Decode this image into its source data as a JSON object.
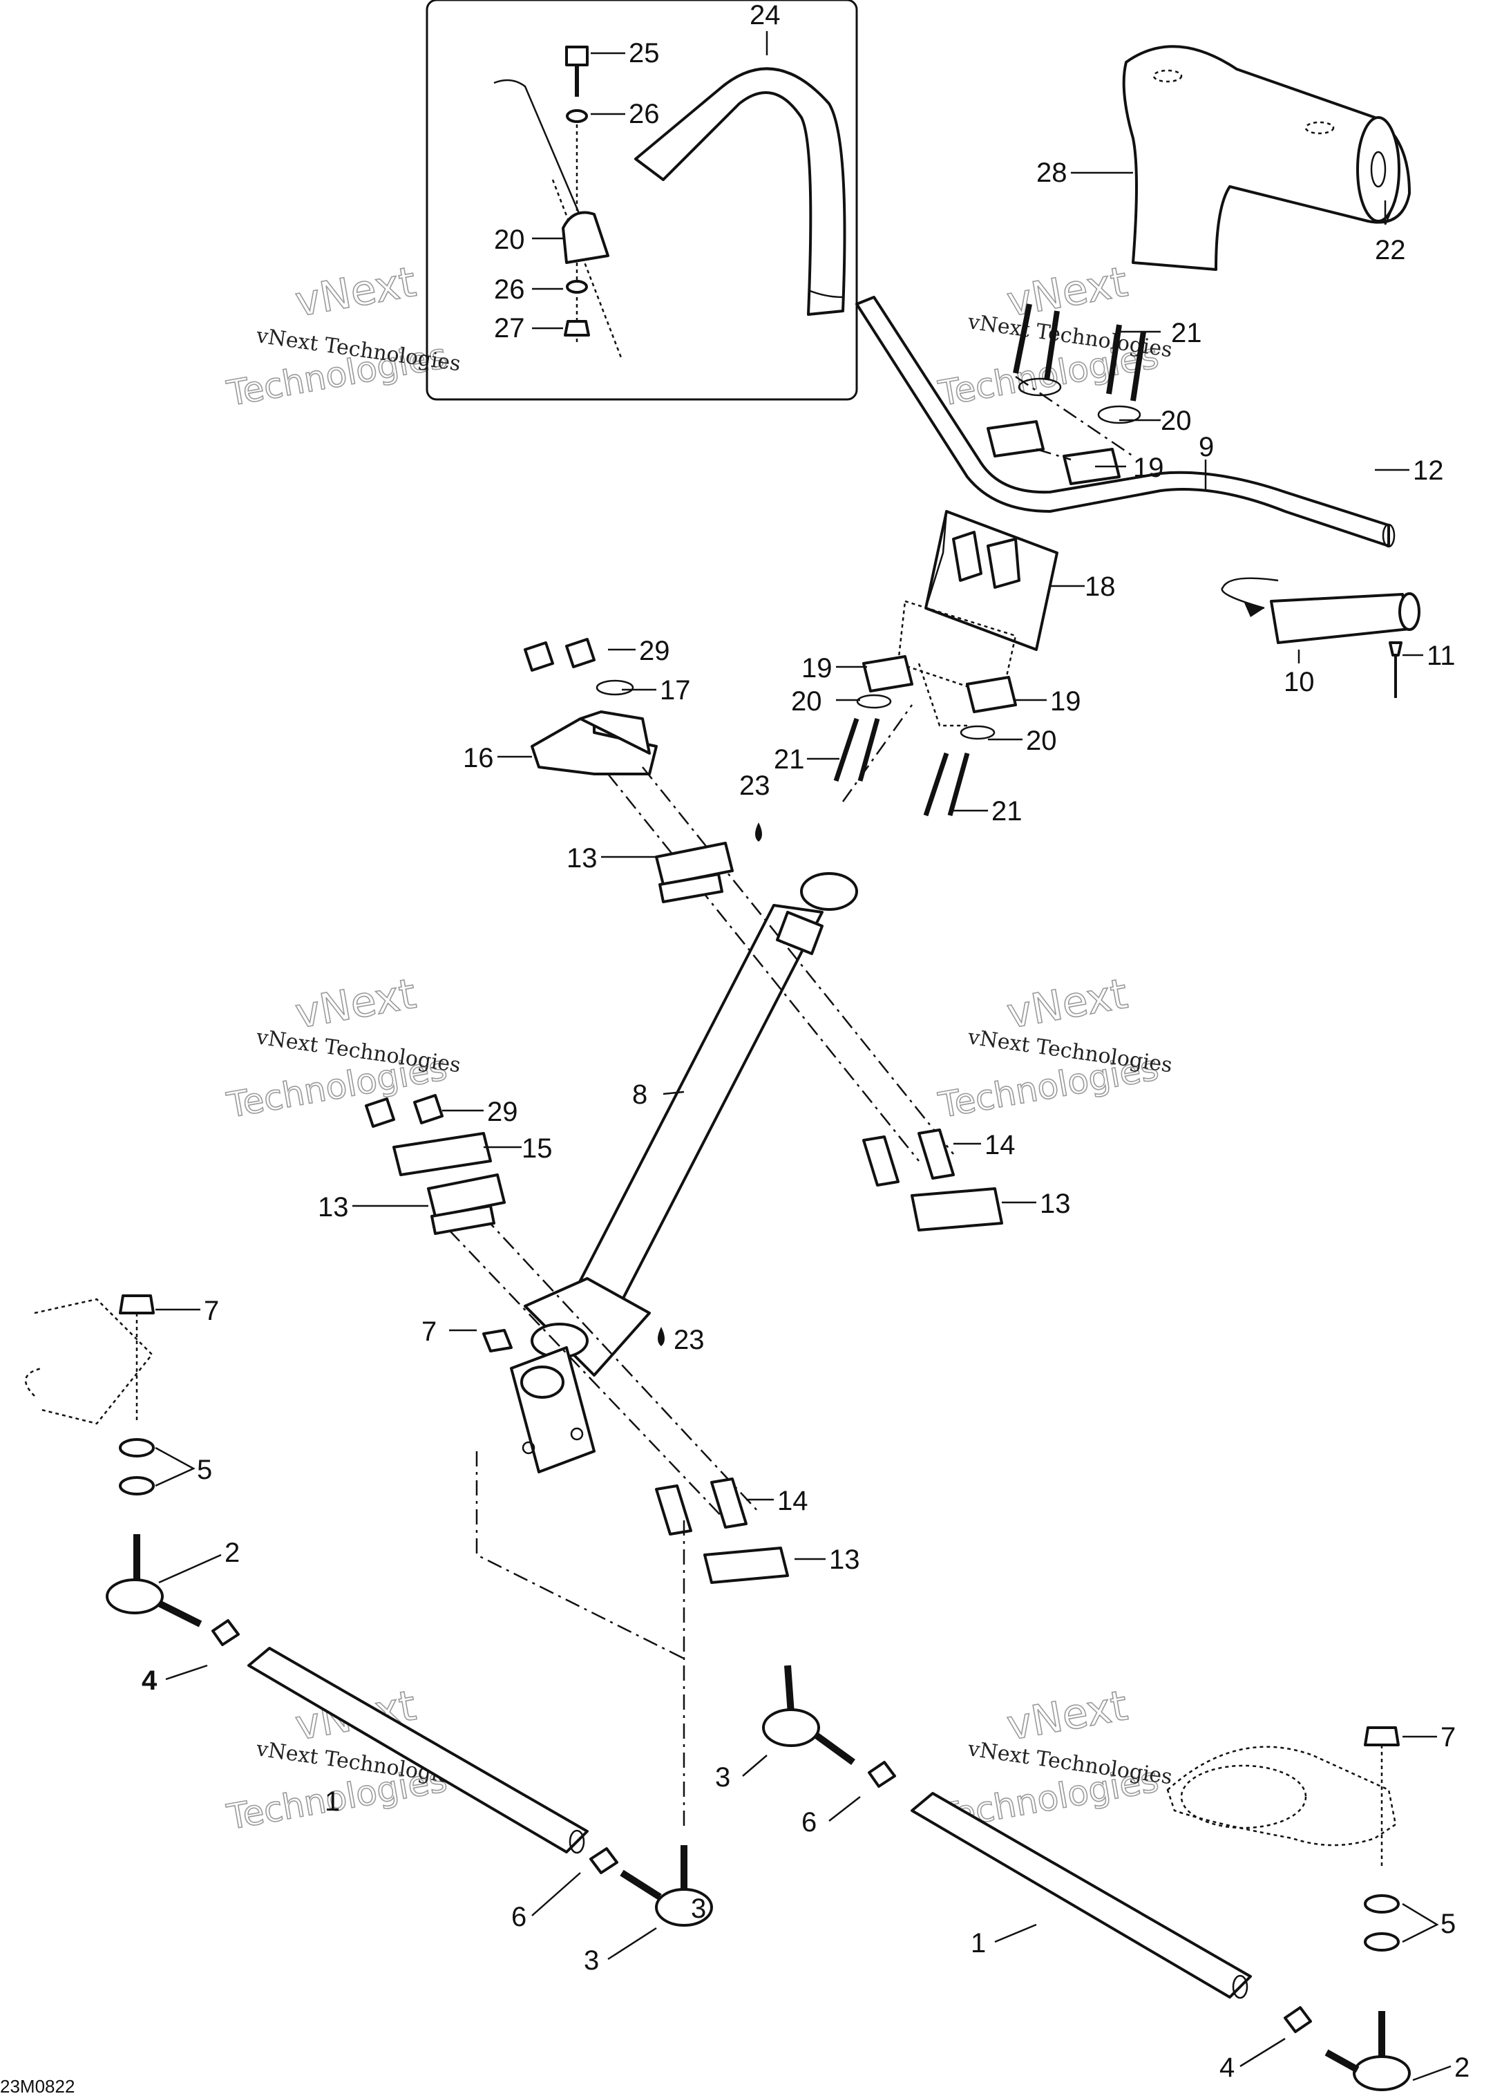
{
  "diagram_code": "23M0822",
  "watermark": {
    "line1": "vNext Technologies",
    "line2": "vNext",
    "line3": "Technologies"
  },
  "callouts": {
    "c1a": "1",
    "c1b": "1",
    "c2a": "2",
    "c2b": "2",
    "c3a": "3",
    "c3b": "3",
    "c3c": "3",
    "c4a": "4",
    "c4b": "4",
    "c5a": "5",
    "c5b": "5",
    "c6a": "6",
    "c6b": "6",
    "c7a": "7",
    "c7b": "7",
    "c7c": "7",
    "c8": "8",
    "c9": "9",
    "c10": "10",
    "c11": "11",
    "c12": "12",
    "c13a": "13",
    "c13b": "13",
    "c13c": "13",
    "c13d": "13",
    "c14a": "14",
    "c14b": "14",
    "c15": "15",
    "c16": "16",
    "c17": "17",
    "c18": "18",
    "c19a": "19",
    "c19b": "19",
    "c19c": "19",
    "c20a": "20",
    "c20b": "20",
    "c20c": "20",
    "c20d": "20",
    "c21a": "21",
    "c21b": "21",
    "c21c": "21",
    "c22": "22",
    "c23a": "23",
    "c23b": "23",
    "c24": "24",
    "c25": "25",
    "c26a": "26",
    "c26b": "26",
    "c27": "27",
    "c28": "28",
    "c29a": "29",
    "c29b": "29"
  }
}
